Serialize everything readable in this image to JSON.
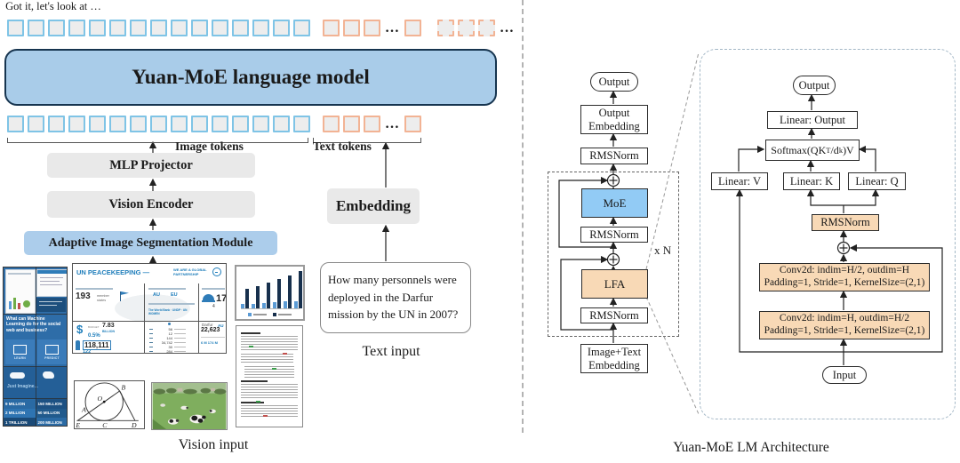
{
  "colors": {
    "tok-blue": "#7fc4e6",
    "tok-orange": "#f2b394",
    "model-blue": "#a9cce9",
    "moe": "#92cbf5",
    "lfa": "#f8d9b6"
  },
  "figure": {
    "generated_text": "Got it, let's look at …",
    "ellipsis": "…",
    "model_label": "Yuan-MoE language model",
    "image_tokens_label": "Image tokens",
    "text_tokens_label": "Text tokens",
    "vision_caption": "Vision input",
    "text_caption": "Text input",
    "right_caption": "Yuan-MoE LM Architecture"
  },
  "tokens": {
    "image_count": 15,
    "text_count": 3,
    "text_tail_count": 1,
    "generated_count": 3
  },
  "pipeline": {
    "mlp": "MLP Projector",
    "vision_encoder": "Vision Encoder",
    "aism": "Adaptive Image Segmentation Module",
    "embedding": "Embedding"
  },
  "text_input": {
    "question": "How many personnels were deployed in the Darfur mission by the UN in 2007?"
  },
  "lm_stack": {
    "output_pill": "Output",
    "output_embedding": "Output Embedding",
    "rmsnorm1": "RMSNorm",
    "moe": "MoE",
    "rmsnorm2": "RMSNorm",
    "lfa": "LFA",
    "rmsnorm3": "RMSNorm",
    "input_embedding": "Image+Text Embedding",
    "repeat_label": "x N"
  },
  "lfa_detail": {
    "output_pill": "Output",
    "linear_output": "Linear: Output",
    "softmax": {
      "pre": "Softmax(QK",
      "sup": "T",
      "mid": "/d",
      "sub": "k",
      "post": ")V"
    },
    "linear_v": "Linear: V",
    "linear_k": "Linear: K",
    "linear_q": "Linear: Q",
    "rmsnorm": "RMSNorm",
    "conv_top": {
      "line1": "Conv2d: indim=H/2, outdim=H",
      "line2": "Padding=1, Stride=1, KernelSize=(2,1)"
    },
    "conv_bottom": {
      "line1": "Conv2d: indim=H, outdim=H/2",
      "line2": "Padding=1, Stride=1, KernelSize=(2,1)"
    },
    "input_pill": "Input"
  },
  "vision_samples": {
    "ml_infographic": {
      "title": "What can Machine Learning do for the social web and business?",
      "tagline": "Just Imagine...",
      "tile_labels": [
        "LEARN",
        "PREDICT"
      ],
      "stats": [
        "9 MILLION",
        "150 MILLION",
        "2 MILLION",
        "50 MILLION",
        "1 TRILLION",
        "200 MILLION"
      ]
    },
    "un_infographic": {
      "title": "UN PEACEKEEPING —",
      "subtitle": "WE ARE A GLOBAL PARTNERSHIP",
      "members_value": "193",
      "members_label": "member states",
      "partner_a": "AU",
      "partner_b": "EU",
      "partners_row": "The World Bank · UNDP · UN WOMEN",
      "helmet_small": "4",
      "helmet_big": "17",
      "budget_sign": "$",
      "budget_caption": "BUDGET",
      "budget_value": "7.83",
      "budget_unit": "BILLION",
      "budget_pct": "0.5%",
      "personnel_value": "118,111",
      "personnel_extra": "122",
      "list_values": [
        "56",
        "12",
        "144",
        "34,742",
        "30",
        "284"
      ],
      "darfur_label": "Darfur",
      "darfur_value": "22,623",
      "darfur_org": "AU",
      "darfur_stats": "6 M   174 M"
    },
    "chart": {
      "type": "bar",
      "series": [
        {
          "name": "series-a",
          "values": [
            12,
            12,
            14,
            16,
            18,
            20
          ]
        },
        {
          "name": "series-b",
          "values": [
            52,
            60,
            68,
            78,
            88,
            100
          ]
        }
      ]
    },
    "geometry": {
      "b": "B",
      "o": "O",
      "a": "A",
      "e": "E",
      "c": "C",
      "d": "D"
    }
  }
}
